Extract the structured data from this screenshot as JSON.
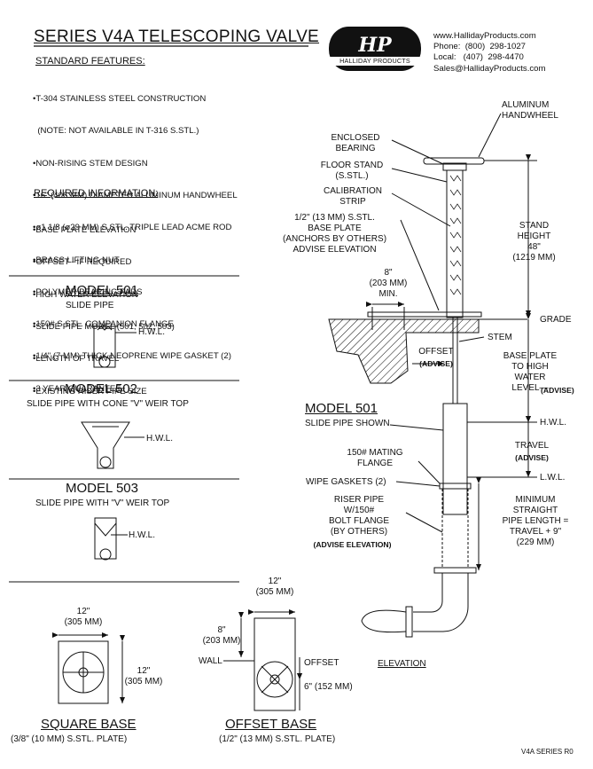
{
  "title": "SERIES V4A TELESCOPING VALVE",
  "logo": {
    "mark": "HP",
    "name": "HALLIDAY PRODUCTS"
  },
  "contact": {
    "web": "www.HallidayProducts.com",
    "phone": "Phone:  (800)  298-1027",
    "local": "Local:   (407)  298-4470",
    "email": "Sales@HallidayProducts.com"
  },
  "standard_features": {
    "heading": "STANDARD FEATURES:",
    "items": [
      "•T-304 STAINLESS STEEL CONSTRUCTION",
      "  (NOTE: NOT AVAILABLE IN T-316 S.STL.)",
      "•NON-RISING STEM DESIGN",
      "•16\" (406 MM) DIAMETER ALUMINUM HANDWHEEL",
      "•ø1 1/8 (ø29 MM) S.STL. TRIPLE LEAD ACME ROD",
      "•BRASS LIFTING NUT",
      "•POLYMER BEARING PADS",
      "•150# S.STL. COMPANION FLANGE",
      "•1/4\" (7 MM) THICK NEOPRENE WIPE GASKET (2)",
      "•3 YEAR GUARANTEE"
    ]
  },
  "required_info": {
    "heading": "REQUIRED INFORMATION:",
    "items": [
      "•BASE PLATE ELEVATION",
      "•OFFSET - IF REQUIRED",
      "•HIGH WATER ELEVATION",
      "•SLIDE PIPE MODEL (501, 502, 503)",
      "•LENGTH OF TRAVEL",
      "•EXISTING RISER PIPE SIZE"
    ]
  },
  "models": [
    {
      "name": "MODEL 501",
      "desc": "SLIDE PIPE",
      "hwl": "H.W.L."
    },
    {
      "name": "MODEL 502",
      "desc": "SLIDE PIPE WITH CONE \"V\" WEIR TOP",
      "hwl": "H.W.L."
    },
    {
      "name": "MODEL 503",
      "desc": "SLIDE PIPE WITH \"V\" WEIR TOP",
      "hwl": "H.W.L."
    }
  ],
  "elevation": {
    "aluminum_handwheel": "ALUMINUM\nHANDWHEEL",
    "enclosed_bearing": "ENCLOSED\nBEARING",
    "floor_stand": "FLOOR STAND\n(S.STL.)",
    "calibration_strip": "CALIBRATION\nSTRIP",
    "base_plate": "1/2\" (13 MM) S.STL.\nBASE PLATE\n(ANCHORS BY OTHERS)\nADVISE ELEVATION",
    "stand_height": "STAND\nHEIGHT\n48\"\n(1219 MM)",
    "anchor_spacing": "8\"\n(203 MM)\nMIN.",
    "grade": "GRADE",
    "stem": "STEM",
    "offset": "OFFSET",
    "offset_advise": "(ADVISE)",
    "base_to_hwl": "BASE PLATE\nTO HIGH\nWATER\nLEVEL—",
    "base_to_hwl_advise": "(ADVISE)",
    "model_title": "MODEL 501",
    "model_sub": "SLIDE PIPE SHOWN",
    "hwl": "H.W.L.",
    "travel": "TRAVEL",
    "travel_advise": "(ADVISE)",
    "mating_flange": "150# MATING\nFLANGE",
    "wipe_gaskets": "WIPE GASKETS (2)",
    "lwl": "L.W.L.",
    "riser_pipe": "RISER PIPE\nW/150#\nBOLT FLANGE\n(BY OTHERS)",
    "advise_elevation": "(ADVISE ELEVATION)",
    "min_pipe": "MINIMUM\nSTRAIGHT\nPIPE LENGTH =\nTRAVEL + 9\"\n(229 MM)",
    "caption": "ELEVATION"
  },
  "square_base": {
    "width": "12\"\n(305 MM)",
    "height": "12\"\n(305 MM)",
    "caption": "SQUARE BASE",
    "sub": "(3/8\" (10 MM) S.STL. PLATE)"
  },
  "offset_base": {
    "width": "12\"\n(305 MM)",
    "offset_dim": "8\"\n(203 MM)",
    "wall": "WALL",
    "offset": "OFFSET",
    "offset_dist": "6\" (152 MM)",
    "caption": "OFFSET BASE",
    "sub": "(1/2\" (13 MM) S.STL. PLATE)"
  },
  "footer": "V4A SERIES R0"
}
